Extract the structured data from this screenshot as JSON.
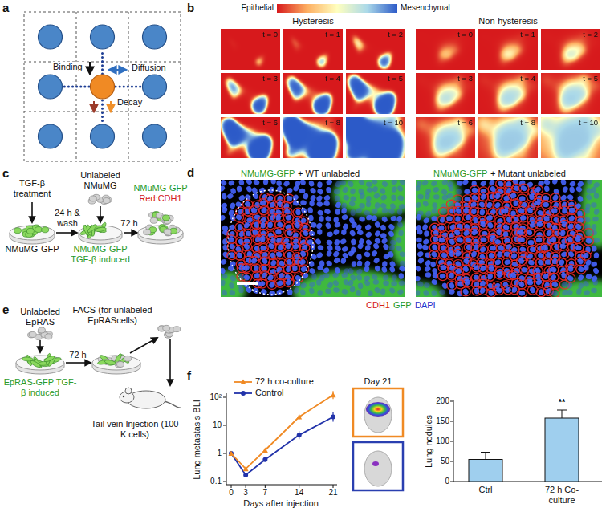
{
  "diagram": {
    "labels": [
      "a",
      "Binding",
      "Diffusion",
      "Decay",
      "b",
      "Epithelial",
      "Mesenchymal",
      "Hysteresis",
      "Non-hysteresis",
      "t = 0",
      "t = 1",
      "t = 2",
      "t = 3",
      "t = 4",
      "t = 5",
      "t = 6",
      "t = 8",
      "t = 10",
      "t = 0",
      "t = 1",
      "t = 2",
      "t = 3",
      "t = 4",
      "t = 5",
      "t = 6",
      "t = 8",
      "t = 10",
      "c",
      "TGF-β treatment",
      "NMuMG-GFP",
      "24 h & wash",
      "Unlabeled NMuMG",
      "NMuMG-GFP TGF-β induced",
      "72 h",
      "NMuMG-GFP",
      "Red:CDH1",
      "d",
      "NMuMG-GFP",
      "+ WT unlabeled",
      "NMuMG-GFP",
      "+ Mutant unlabeled",
      "CDH1",
      "GFP",
      "DAPI",
      "e",
      "Unlabeled EpRAS",
      "EpRAS-GFP TGF-β induced",
      "72 h",
      "FACS (for unlabeled EpRAScells)",
      "Tail vein Injection (100 K cells)",
      "f",
      "Lung metastasis BLI",
      "10²",
      "10",
      "1",
      "0.1",
      "0",
      "3",
      "7",
      "14",
      "21",
      "Days after injection",
      "Day 21",
      "Lung nodules",
      "200",
      "150",
      "100",
      "50",
      "0",
      "Ctrl",
      "72 h Co-culture",
      "**"
    ],
    "legend": [
      {
        "text": "72 h co-culture"
      },
      {
        "text": "Control"
      }
    ]
  }
}
